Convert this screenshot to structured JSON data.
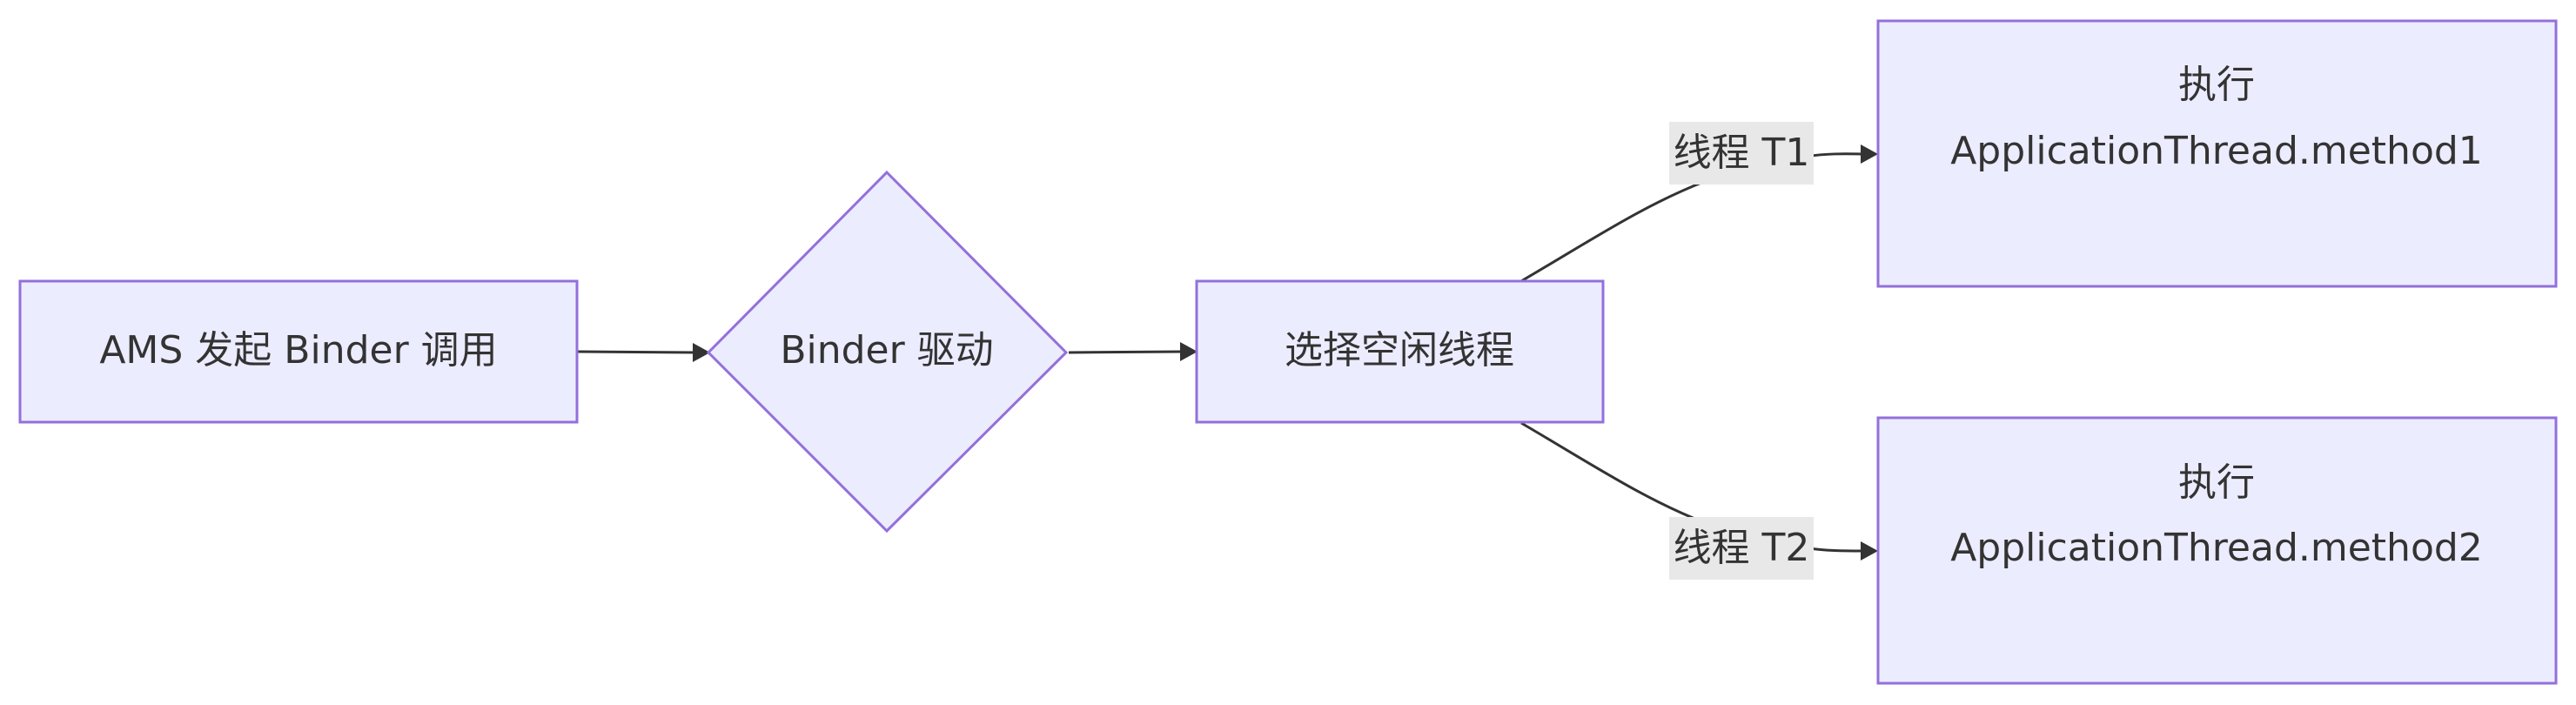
{
  "diagram": {
    "nodes": {
      "ams": {
        "label": "AMS 发起 Binder 调用"
      },
      "binder": {
        "label": "Binder 驱动"
      },
      "select": {
        "label": "选择空闲线程"
      },
      "exec1": {
        "line1": "执行",
        "line2": "ApplicationThread.method1"
      },
      "exec2": {
        "line1": "执行",
        "line2": "ApplicationThread.method2"
      }
    },
    "edges": {
      "t1": {
        "label": "线程 T1"
      },
      "t2": {
        "label": "线程 T2"
      }
    }
  },
  "colors": {
    "node_fill": "#ececff",
    "node_stroke": "#9370db",
    "edge": "#333333",
    "edge_label_bg": "#e8e8e8",
    "text": "#333333"
  }
}
